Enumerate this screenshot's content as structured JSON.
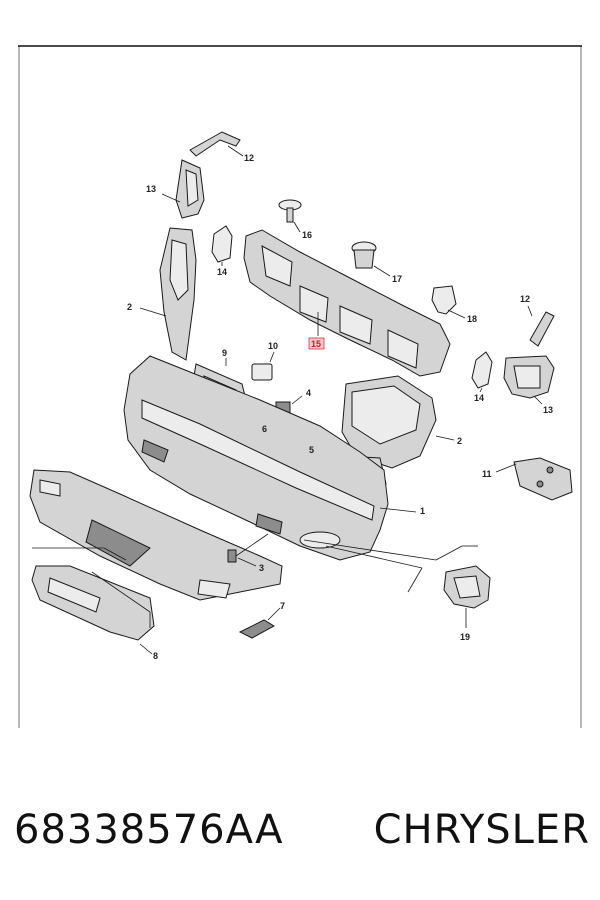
{
  "callouts": {
    "c1": "1",
    "c2a": "2",
    "c2b": "2",
    "c3": "3",
    "c4": "4",
    "c5": "5",
    "c6": "6",
    "c7": "7",
    "c8": "8",
    "c9": "9",
    "c10": "10",
    "c11": "11",
    "c12a": "12",
    "c12b": "12",
    "c13a": "13",
    "c13b": "13",
    "c14a": "14",
    "c14b": "14",
    "c15": "15",
    "c16": "16",
    "c17": "17",
    "c18": "18",
    "c19": "19"
  },
  "highlighted_callout": "15",
  "colors": {
    "highlight": "#c0202a",
    "line": "#1a1a1a",
    "part_fill": "#d4d4d4"
  },
  "caption": {
    "part_number": "68338576AA",
    "brand": "CHRYSLER"
  }
}
